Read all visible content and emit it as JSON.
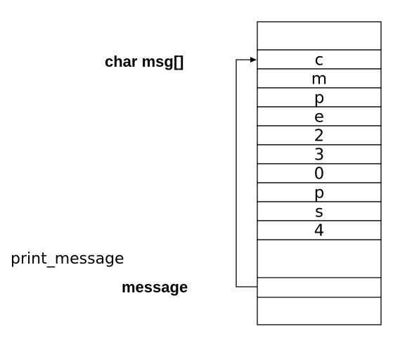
{
  "labels": {
    "array_name": "char msg[]",
    "function_name": "print_message",
    "parameter_name": "message"
  },
  "memory": {
    "characters": [
      "c",
      "m",
      "p",
      "e",
      "2",
      "3",
      "0",
      "p",
      "s",
      "4"
    ]
  },
  "colors": {
    "stroke": "#000000",
    "background": "#ffffff",
    "text": "#000000"
  }
}
